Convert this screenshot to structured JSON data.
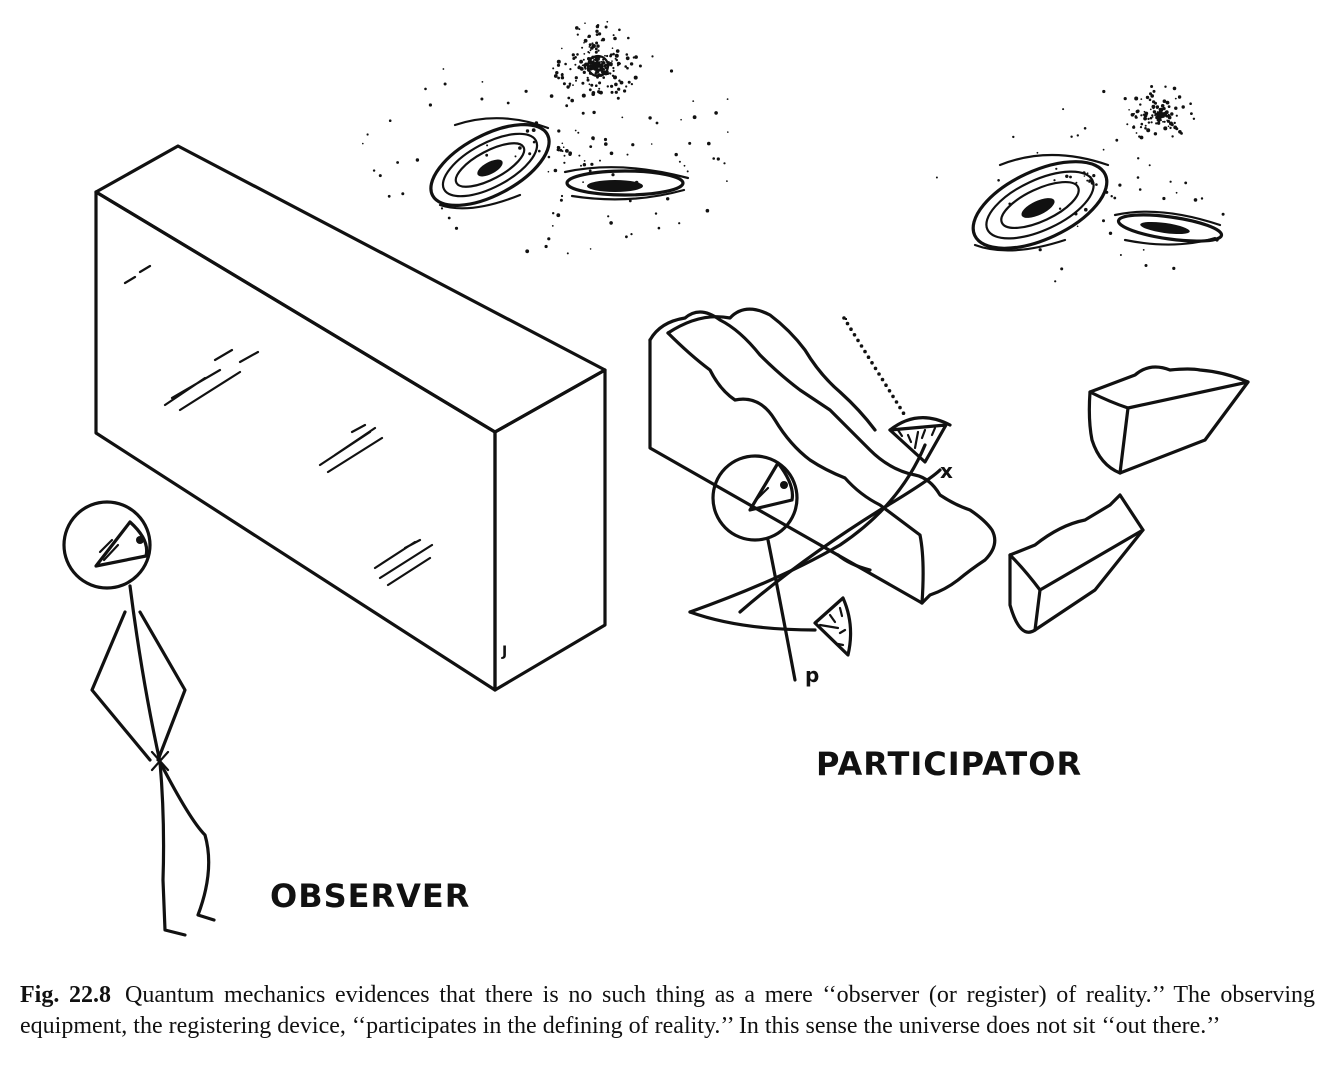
{
  "labels": {
    "observer": "OBSERVER",
    "participator": "PARTICIPATOR",
    "x": "x",
    "p": "p",
    "j": "J"
  },
  "caption": {
    "fig_label": "Fig. 22.8",
    "text": "Quantum mechanics evidences that there is no such thing as a mere ‘‘observer (or register) of reality.’’ The observing equipment, the registering device, ‘‘participates in the defining of reality.’’ In this sense the universe does not sit ‘‘out there.’’"
  },
  "colors": {
    "ink": "#111111",
    "background": "#ffffff"
  }
}
